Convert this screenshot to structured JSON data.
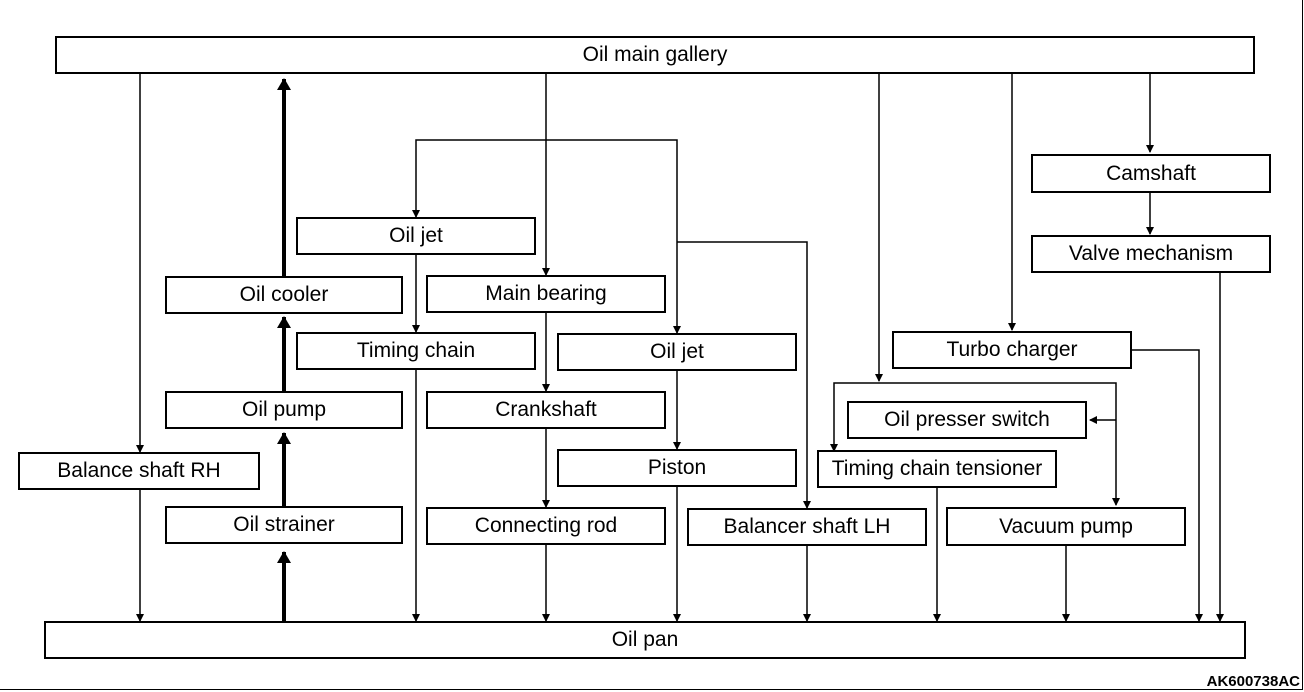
{
  "diagram": {
    "boxes": {
      "oil_main_gallery": "Oil main gallery",
      "oil_pan": "Oil pan",
      "balance_shaft_rh": "Balance shaft RH",
      "oil_cooler": "Oil cooler",
      "oil_pump": "Oil pump",
      "oil_strainer": "Oil strainer",
      "oil_jet_1": "Oil jet",
      "timing_chain": "Timing chain",
      "main_bearing": "Main bearing",
      "crankshaft": "Crankshaft",
      "connecting_rod": "Connecting rod",
      "oil_jet_2": "Oil jet",
      "piston": "Piston",
      "balancer_shaft_lh": "Balancer shaft LH",
      "camshaft": "Camshaft",
      "valve_mechanism": "Valve mechanism",
      "turbo_charger": "Turbo charger",
      "oil_presser_switch": "Oil presser switch",
      "timing_chain_tensioner": "Timing chain tensioner",
      "vacuum_pump": "Vacuum pump"
    },
    "figure_code": "AK600738AC"
  }
}
